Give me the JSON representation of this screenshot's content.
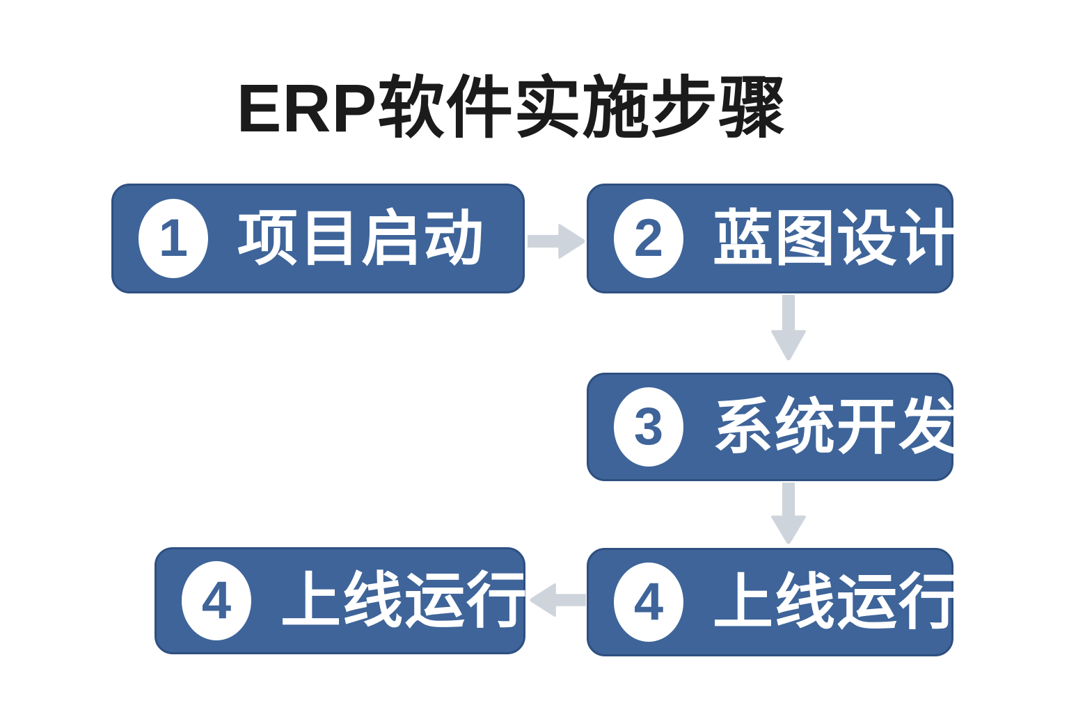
{
  "title": "ERP软件实施步骤",
  "steps": [
    {
      "number": "1",
      "label": "项目启动"
    },
    {
      "number": "2",
      "label": "蓝图设计"
    },
    {
      "number": "3",
      "label": "系统开发"
    },
    {
      "number": "4",
      "label": "上线运行"
    },
    {
      "number": "4",
      "label": "上线运行"
    }
  ],
  "arrows": [
    {
      "name": "arrow-right-icon",
      "direction": "right",
      "from": "step-1",
      "to": "step-2"
    },
    {
      "name": "arrow-down-icon-1",
      "direction": "down",
      "from": "step-2",
      "to": "step-3"
    },
    {
      "name": "arrow-down-icon-2",
      "direction": "down",
      "from": "step-3",
      "to": "step-4-right"
    },
    {
      "name": "arrow-left-icon",
      "direction": "left",
      "from": "step-4-right",
      "to": "step-4-left"
    }
  ],
  "colors": {
    "box_fill": "#3e6499",
    "box_border": "#2e4f80",
    "arrow": "#ced4db",
    "circle_fill": "#ffffff",
    "number_color": "#3e6499",
    "label_color": "#ffffff",
    "title_color": "#1b1b1b",
    "page_bg": "#ffffff"
  }
}
